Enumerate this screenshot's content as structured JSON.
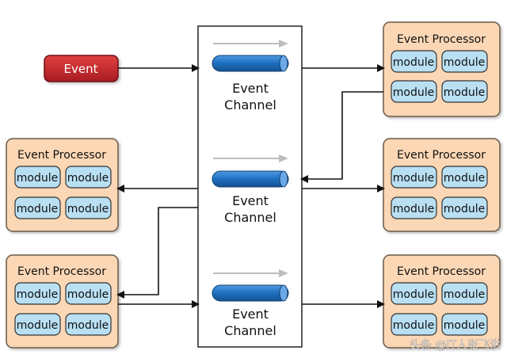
{
  "diagram": {
    "event_label": "Event",
    "channels": [
      {
        "label_line1": "Event",
        "label_line2": "Channel"
      },
      {
        "label_line1": "Event",
        "label_line2": "Channel"
      },
      {
        "label_line1": "Event",
        "label_line2": "Channel"
      }
    ],
    "processors": [
      {
        "title": "Event Processor",
        "modules": [
          "module",
          "module",
          "module",
          "module"
        ]
      },
      {
        "title": "Event Processor",
        "modules": [
          "module",
          "module",
          "module",
          "module"
        ]
      },
      {
        "title": "Event Processor",
        "modules": [
          "module",
          "module",
          "module",
          "module"
        ]
      },
      {
        "title": "Event Processor",
        "modules": [
          "module",
          "module",
          "module",
          "module"
        ]
      },
      {
        "title": "Event Processor",
        "modules": [
          "module",
          "module",
          "module",
          "module"
        ]
      }
    ],
    "watermark": "头条 @IT人张飞洪"
  },
  "colors": {
    "event_fill": "#c8282e",
    "processor_fill": "#fbd7b5",
    "module_fill": "#b9dff3",
    "channel_pipe": "#1e6fc0",
    "arrow": "#111111",
    "flow_arrow": "#bdbdbd"
  }
}
